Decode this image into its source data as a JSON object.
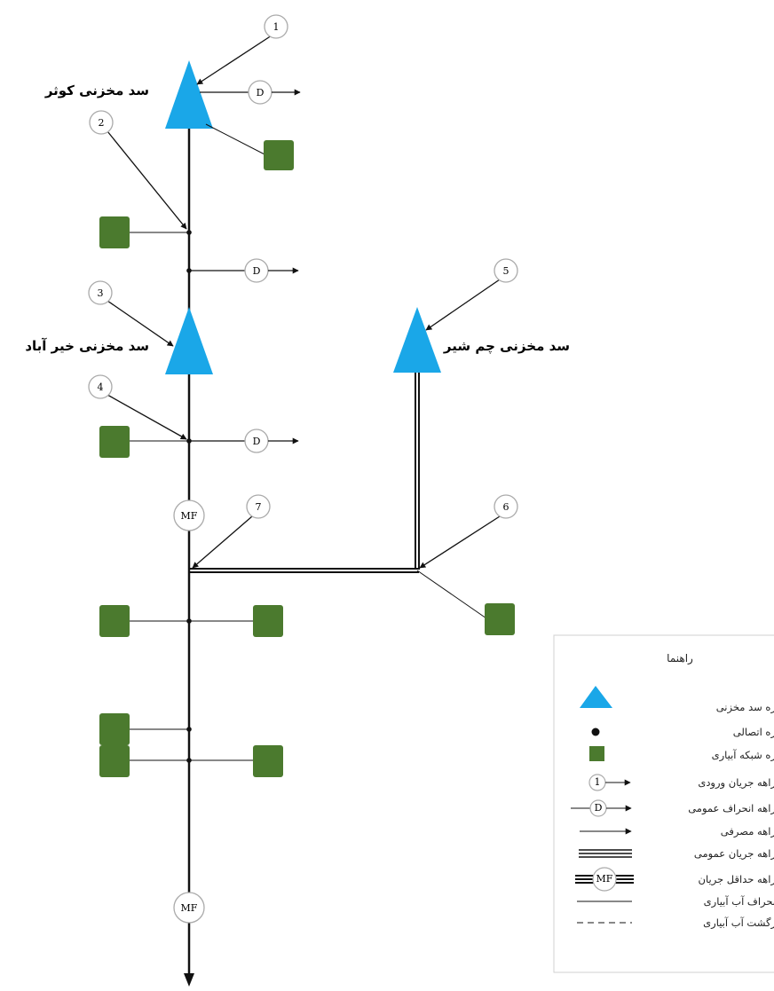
{
  "labels": {
    "dam_kowsar": "سد مخزنی کوثر",
    "dam_kheirabad": "سد مخزنی خیر آباد",
    "dam_chamshir": "سد مخزنی چم شیر"
  },
  "node_numbers": [
    "1",
    "2",
    "3",
    "4",
    "5",
    "6",
    "7"
  ],
  "diversion_symbol": "D",
  "min_flow_symbol": "MF",
  "legend": {
    "title": "راهنما",
    "items": [
      "ره سد مخزنی",
      "ره اتصالی",
      "ره شبکه آبیاری",
      "راهه جریان ورودی",
      "راهه انحراف عمومی",
      "راهه مصرفی",
      "راهه جریان عمومی",
      "راهه حداقل جریان",
      "نحراف آب آبیاری",
      "رگشت آب آبیاری"
    ],
    "inflow_symbol": "1",
    "diversion_symbol": "D",
    "min_flow_symbol": "MF"
  },
  "colors": {
    "dam": "#1aa7e8",
    "irrigation": "#4b7a2e",
    "line": "#111111",
    "legend_border": "#d0d0d0"
  }
}
